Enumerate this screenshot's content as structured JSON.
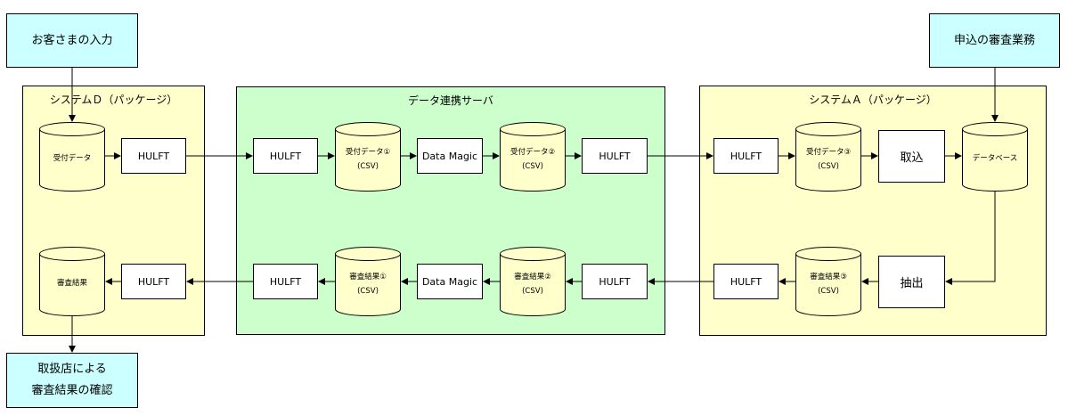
{
  "terminals": {
    "customer_input": "お客さまの入力",
    "application_review": "申込の審査業務",
    "branch_confirm_line1": "取扱店による",
    "branch_confirm_line2": "審査結果の確認"
  },
  "groups": {
    "system_d": "システムＤ（パッケージ）",
    "data_server": "データ連携サーバ",
    "system_a": "システムＡ（パッケージ）"
  },
  "nodes": {
    "d_received": "受付データ",
    "d_review_result": "審査結果",
    "hulft": "HULFT",
    "data_magic": "Data Magic",
    "received_1": "受付データ①",
    "received_2": "受付データ②",
    "received_3": "受付データ③",
    "review_1": "審査結果①",
    "review_2": "審査結果②",
    "review_3": "審査結果③",
    "csv": "(CSV)",
    "import": "取込",
    "database": "データベース",
    "extract": "抽出"
  },
  "colors": {
    "terminal_fill": "#ccffff",
    "package_fill": "#ffffcc",
    "server_fill": "#ccffcc",
    "cylinder_fill": "#ffffcc"
  }
}
